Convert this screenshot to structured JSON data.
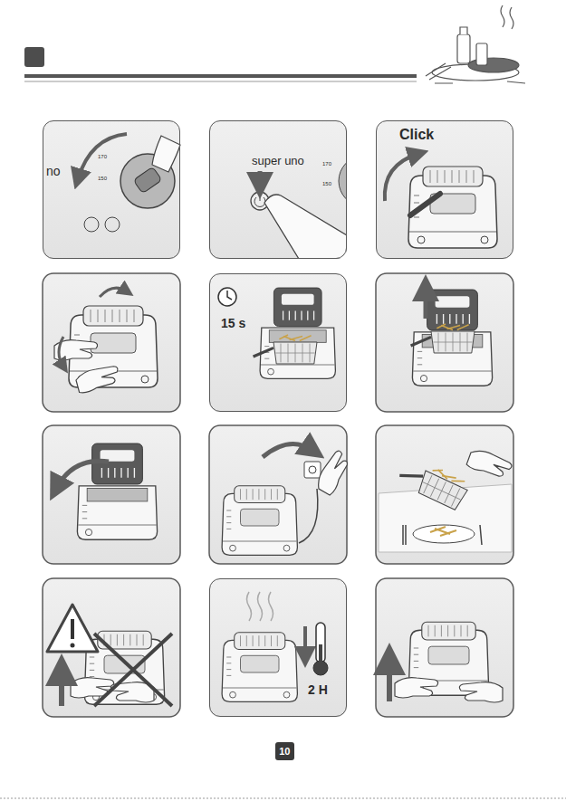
{
  "diagram": {
    "nodes": [
      {
        "text": [
          "no",
          "170",
          "150"
        ]
      },
      {
        "text": [
          "super uno",
          "170",
          "150"
        ]
      },
      {
        "text": [
          "Click"
        ]
      },
      {
        "text": [
          "15 s"
        ]
      },
      {
        "text": [
          "2 H"
        ]
      },
      {
        "text": [
          "10"
        ]
      }
    ]
  }
}
